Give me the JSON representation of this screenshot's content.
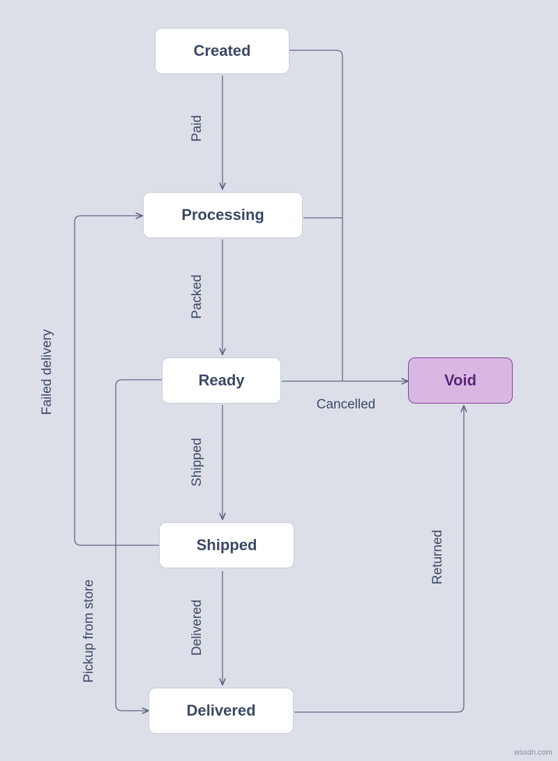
{
  "nodes": {
    "created": "Created",
    "processing": "Processing",
    "ready": "Ready",
    "shipped": "Shipped",
    "delivered": "Delivered",
    "void": "Void"
  },
  "edge_labels": {
    "paid": "Paid",
    "packed": "Packed",
    "shipped": "Shipped",
    "delivered": "Delivered",
    "cancelled": "Cancelled",
    "failed_delivery": "Failed delivery",
    "pickup_from_store": "Pickup  from store",
    "returned": "Returned"
  },
  "colors": {
    "background": "#dcdfe8",
    "line": "#5a6683",
    "node_fill": "#ffffff",
    "void_fill": "#d8b8e3",
    "void_border": "#7d3f9a",
    "text": "#3b4866"
  },
  "watermark": "wsxdn.com"
}
